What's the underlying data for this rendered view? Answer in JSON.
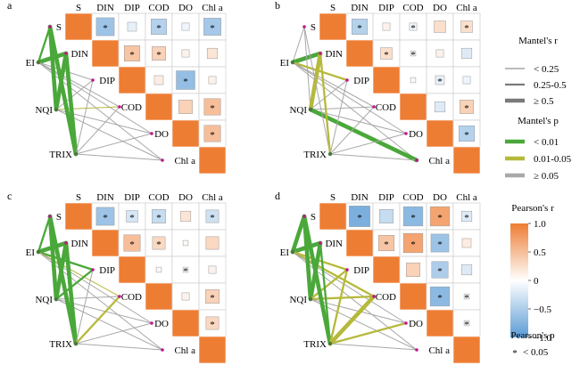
{
  "variables": [
    "S",
    "DIN",
    "DIP",
    "COD",
    "DO",
    "Chl a"
  ],
  "network_nodes": [
    "EI",
    "NQI",
    "TRIX"
  ],
  "panels": [
    {
      "label": "a",
      "matrix": [
        [
          1,
          -0.6,
          -0.15,
          -0.45,
          -0.1,
          -0.55
        ],
        [
          null,
          1,
          0.45,
          0.35,
          0.1,
          0.2
        ],
        [
          null,
          null,
          1,
          0.15,
          -0.65,
          0.1
        ],
        [
          null,
          null,
          null,
          1,
          0.35,
          0.5
        ],
        [
          null,
          null,
          null,
          null,
          1,
          0.5
        ],
        [
          null,
          null,
          null,
          null,
          null,
          1
        ]
      ],
      "sig": [
        [
          0,
          1
        ],
        [
          0,
          3
        ],
        [
          0,
          5
        ],
        [
          1,
          2
        ],
        [
          1,
          3
        ],
        [
          2,
          4
        ],
        [
          3,
          5
        ],
        [
          4,
          5
        ]
      ],
      "links": [
        {
          "from": "EI",
          "to": "S",
          "p": "<0.01",
          "r": "0.25-0.5"
        },
        {
          "from": "EI",
          "to": "DIN",
          "p": "<0.01",
          "r": ">=0.5"
        },
        {
          "from": "EI",
          "to": "DIP",
          "p": ">=0.05",
          "r": "<0.25"
        },
        {
          "from": "EI",
          "to": "COD",
          "p": ">=0.05",
          "r": "<0.25"
        },
        {
          "from": "EI",
          "to": "DO",
          "p": ">=0.05",
          "r": "<0.25"
        },
        {
          "from": "EI",
          "to": "Chl a",
          "p": ">=0.05",
          "r": "<0.25"
        },
        {
          "from": "NQI",
          "to": "S",
          "p": "<0.01",
          "r": ">=0.5"
        },
        {
          "from": "NQI",
          "to": "DIN",
          "p": "<0.01",
          "r": ">=0.5"
        },
        {
          "from": "NQI",
          "to": "DIP",
          "p": ">=0.05",
          "r": "<0.25"
        },
        {
          "from": "NQI",
          "to": "COD",
          "p": "0.01-0.05",
          "r": "<0.25"
        },
        {
          "from": "NQI",
          "to": "DO",
          "p": ">=0.05",
          "r": "<0.25"
        },
        {
          "from": "NQI",
          "to": "Chl a",
          "p": ">=0.05",
          "r": "<0.25"
        },
        {
          "from": "TRIX",
          "to": "S",
          "p": "<0.01",
          "r": ">=0.5"
        },
        {
          "from": "TRIX",
          "to": "DIN",
          "p": "<0.01",
          "r": ">=0.5"
        },
        {
          "from": "TRIX",
          "to": "DIP",
          "p": ">=0.05",
          "r": "<0.25"
        },
        {
          "from": "TRIX",
          "to": "COD",
          "p": ">=0.05",
          "r": "<0.25"
        },
        {
          "from": "TRIX",
          "to": "DO",
          "p": ">=0.05",
          "r": "<0.25"
        },
        {
          "from": "TRIX",
          "to": "Chl a",
          "p": ">=0.05",
          "r": "<0.25"
        }
      ]
    },
    {
      "label": "b",
      "matrix": [
        [
          1,
          -0.45,
          0.1,
          -0.1,
          0.25,
          0.25
        ],
        [
          null,
          1,
          0.25,
          -0.05,
          0.1,
          -0.2
        ],
        [
          null,
          null,
          1,
          -0.05,
          -0.15,
          -0.1
        ],
        [
          null,
          null,
          null,
          1,
          -0.2,
          0.35
        ],
        [
          null,
          null,
          null,
          null,
          1,
          -0.45
        ],
        [
          null,
          null,
          null,
          null,
          null,
          1
        ]
      ],
      "sig": [
        [
          0,
          1
        ],
        [
          0,
          3
        ],
        [
          0,
          5
        ],
        [
          1,
          2
        ],
        [
          1,
          3
        ],
        [
          2,
          4
        ],
        [
          3,
          5
        ],
        [
          4,
          5
        ]
      ],
      "links": [
        {
          "from": "EI",
          "to": "S",
          "p": ">=0.05",
          "r": "<0.25"
        },
        {
          "from": "EI",
          "to": "DIN",
          "p": "<0.01",
          "r": ">=0.5"
        },
        {
          "from": "EI",
          "to": "DIP",
          "p": "0.01-0.05",
          "r": "0.25-0.5"
        },
        {
          "from": "EI",
          "to": "COD",
          "p": ">=0.05",
          "r": "<0.25"
        },
        {
          "from": "EI",
          "to": "DO",
          "p": ">=0.05",
          "r": "<0.25"
        },
        {
          "from": "EI",
          "to": "Chl a",
          "p": ">=0.05",
          "r": "<0.25"
        },
        {
          "from": "NQI",
          "to": "S",
          "p": ">=0.05",
          "r": "<0.25"
        },
        {
          "from": "NQI",
          "to": "DIN",
          "p": "0.01-0.05",
          "r": ">=0.5"
        },
        {
          "from": "NQI",
          "to": "DIP",
          "p": ">=0.05",
          "r": "<0.25"
        },
        {
          "from": "NQI",
          "to": "COD",
          "p": ">=0.05",
          "r": "<0.25"
        },
        {
          "from": "NQI",
          "to": "DO",
          "p": ">=0.05",
          "r": "<0.25"
        },
        {
          "from": "NQI",
          "to": "Chl a",
          "p": "<0.01",
          "r": ">=0.5"
        },
        {
          "from": "TRIX",
          "to": "S",
          "p": ">=0.05",
          "r": "<0.25"
        },
        {
          "from": "TRIX",
          "to": "DIN",
          "p": "0.01-0.05",
          "r": "0.25-0.5"
        },
        {
          "from": "TRIX",
          "to": "DIP",
          "p": ">=0.05",
          "r": "<0.25"
        },
        {
          "from": "TRIX",
          "to": "COD",
          "p": ">=0.05",
          "r": "<0.25"
        },
        {
          "from": "TRIX",
          "to": "DO",
          "p": ">=0.05",
          "r": "<0.25"
        },
        {
          "from": "TRIX",
          "to": "Chl a",
          "p": ">=0.05",
          "r": "<0.25"
        }
      ]
    },
    {
      "label": "c",
      "matrix": [
        [
          1,
          -0.6,
          -0.25,
          -0.35,
          0.2,
          -0.3
        ],
        [
          null,
          1,
          0.5,
          0.3,
          0.05,
          0.3
        ],
        [
          null,
          null,
          1,
          0.05,
          0.05,
          0.1
        ],
        [
          null,
          null,
          null,
          1,
          0.1,
          0.35
        ],
        [
          null,
          null,
          null,
          null,
          1,
          0.3
        ],
        [
          null,
          null,
          null,
          null,
          null,
          1
        ]
      ],
      "sig": [
        [
          0,
          1
        ],
        [
          0,
          2
        ],
        [
          0,
          3
        ],
        [
          0,
          5
        ],
        [
          1,
          2
        ],
        [
          1,
          3
        ],
        [
          2,
          4
        ],
        [
          3,
          5
        ],
        [
          4,
          5
        ]
      ],
      "links": [
        {
          "from": "EI",
          "to": "S",
          "p": "<0.01",
          "r": "0.25-0.5"
        },
        {
          "from": "EI",
          "to": "DIN",
          "p": "<0.01",
          "r": ">=0.5"
        },
        {
          "from": "EI",
          "to": "DIP",
          "p": "<0.01",
          "r": "0.25-0.5"
        },
        {
          "from": "EI",
          "to": "COD",
          "p": "0.01-0.05",
          "r": "<0.25"
        },
        {
          "from": "EI",
          "to": "DO",
          "p": ">=0.05",
          "r": "<0.25"
        },
        {
          "from": "EI",
          "to": "Chl a",
          "p": ">=0.05",
          "r": "<0.25"
        },
        {
          "from": "NQI",
          "to": "S",
          "p": "<0.01",
          "r": ">=0.5"
        },
        {
          "from": "NQI",
          "to": "DIN",
          "p": "<0.01",
          "r": ">=0.5"
        },
        {
          "from": "NQI",
          "to": "DIP",
          "p": "<0.01",
          "r": "0.25-0.5"
        },
        {
          "from": "NQI",
          "to": "COD",
          "p": ">=0.05",
          "r": "<0.25"
        },
        {
          "from": "NQI",
          "to": "DO",
          "p": ">=0.05",
          "r": "<0.25"
        },
        {
          "from": "NQI",
          "to": "Chl a",
          "p": ">=0.05",
          "r": "<0.25"
        },
        {
          "from": "TRIX",
          "to": "S",
          "p": "<0.01",
          "r": ">=0.5"
        },
        {
          "from": "TRIX",
          "to": "DIN",
          "p": "<0.01",
          "r": ">=0.5"
        },
        {
          "from": "TRIX",
          "to": "DIP",
          "p": ">=0.05",
          "r": "<0.25"
        },
        {
          "from": "TRIX",
          "to": "COD",
          "p": "0.01-0.05",
          "r": "0.25-0.5"
        },
        {
          "from": "TRIX",
          "to": "DO",
          "p": ">=0.05",
          "r": "<0.25"
        },
        {
          "from": "TRIX",
          "to": "Chl a",
          "p": ">=0.05",
          "r": "<0.25"
        }
      ]
    },
    {
      "label": "d",
      "matrix": [
        [
          1,
          -0.8,
          -0.35,
          -0.7,
          0.7,
          -0.2
        ],
        [
          null,
          1,
          0.45,
          0.7,
          -0.6,
          0.15
        ],
        [
          null,
          null,
          1,
          0.35,
          -0.5,
          -0.2
        ],
        [
          null,
          null,
          null,
          1,
          -0.7,
          -0.05
        ],
        [
          null,
          null,
          null,
          null,
          1,
          -0.05
        ],
        [
          null,
          null,
          null,
          null,
          null,
          1
        ]
      ],
      "sig": [
        [
          0,
          1
        ],
        [
          0,
          3
        ],
        [
          0,
          4
        ],
        [
          0,
          5
        ],
        [
          1,
          2
        ],
        [
          1,
          3
        ],
        [
          1,
          4
        ],
        [
          2,
          4
        ],
        [
          3,
          4
        ],
        [
          3,
          5
        ],
        [
          4,
          5
        ]
      ],
      "links": [
        {
          "from": "EI",
          "to": "S",
          "p": "<0.01",
          "r": ">=0.5"
        },
        {
          "from": "EI",
          "to": "DIN",
          "p": "<0.01",
          "r": ">=0.5"
        },
        {
          "from": "EI",
          "to": "DIP",
          "p": "0.01-0.05",
          "r": "0.25-0.5"
        },
        {
          "from": "EI",
          "to": "COD",
          "p": "0.01-0.05",
          "r": "0.25-0.5"
        },
        {
          "from": "EI",
          "to": "DO",
          "p": ">=0.05",
          "r": "<0.25"
        },
        {
          "from": "EI",
          "to": "Chl a",
          "p": ">=0.05",
          "r": "<0.25"
        },
        {
          "from": "NQI",
          "to": "S",
          "p": "<0.01",
          "r": ">=0.5"
        },
        {
          "from": "NQI",
          "to": "DIN",
          "p": "<0.01",
          "r": ">=0.5"
        },
        {
          "from": "NQI",
          "to": "DIP",
          "p": "0.01-0.05",
          "r": "0.25-0.5"
        },
        {
          "from": "NQI",
          "to": "COD",
          "p": "0.01-0.05",
          "r": "0.25-0.5"
        },
        {
          "from": "NQI",
          "to": "DO",
          "p": ">=0.05",
          "r": "<0.25"
        },
        {
          "from": "NQI",
          "to": "Chl a",
          "p": ">=0.05",
          "r": "<0.25"
        },
        {
          "from": "TRIX",
          "to": "S",
          "p": "<0.01",
          "r": ">=0.5"
        },
        {
          "from": "TRIX",
          "to": "DIN",
          "p": "<0.01",
          "r": "0.25-0.5"
        },
        {
          "from": "TRIX",
          "to": "DIP",
          "p": "0.01-0.05",
          "r": "0.25-0.5"
        },
        {
          "from": "TRIX",
          "to": "COD",
          "p": "0.01-0.05",
          "r": ">=0.5"
        },
        {
          "from": "TRIX",
          "to": "DO",
          "p": "0.01-0.05",
          "r": "0.25-0.5"
        },
        {
          "from": "TRIX",
          "to": "Chl a",
          "p": ">=0.05",
          "r": "<0.25"
        }
      ]
    }
  ],
  "legend": {
    "mantel_r": {
      "title": "Mantel's r",
      "items": [
        {
          "label": "< 0.25",
          "key": "<0.25"
        },
        {
          "label": "0.25-0.5",
          "key": "0.25-0.5"
        },
        {
          "label": "≥ 0.5",
          "key": ">=0.5"
        }
      ]
    },
    "mantel_p": {
      "title": "Mantel's p",
      "items": [
        {
          "label": "< 0.01",
          "key": "<0.01",
          "color": "#4aa83a"
        },
        {
          "label": "0.01-0.05",
          "key": "0.01-0.05",
          "color": "#b6b93a"
        },
        {
          "label": "≥ 0.05",
          "key": ">=0.05",
          "color": "#a8a8a8"
        }
      ]
    },
    "pearson_r": {
      "title": "Pearson's r",
      "ticks": [
        "1.0",
        "0.5",
        "0",
        "−0.5",
        "−1.0"
      ],
      "tick_values": [
        1,
        0.5,
        0,
        -0.5,
        -1
      ],
      "color_pos": "#ee7d34",
      "color_neg": "#5b9bd5",
      "color_zero": "#ffffff"
    },
    "pearson_p": {
      "title": "Pearson's p",
      "item": "< 0.05",
      "marker": "*"
    }
  },
  "colors": {
    "node_dot": "#c0168c",
    "cell_border": "#c8c8c8"
  }
}
